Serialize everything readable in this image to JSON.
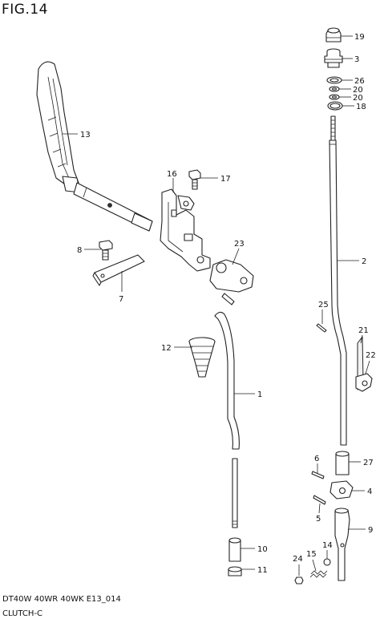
{
  "header": {
    "figure_label": "FIG.14"
  },
  "footer": {
    "model_code": "DT40W 40WR 40WK E13_014",
    "section_name": "CLUTCH-C"
  },
  "callouts": {
    "c19": "19",
    "c3": "3",
    "c26": "26",
    "c20a": "20",
    "c20b": "20",
    "c18": "18",
    "c13": "13",
    "c16": "16",
    "c17": "17",
    "c8": "8",
    "c7": "7",
    "c23": "23",
    "c2": "2",
    "c25": "25",
    "c21": "21",
    "c22": "22",
    "c12": "12",
    "c1": "1",
    "c6": "6",
    "c27": "27",
    "c4": "4",
    "c5": "5",
    "c9": "9",
    "c10": "10",
    "c11": "11",
    "c24": "24",
    "c15": "15",
    "c14": "14"
  }
}
